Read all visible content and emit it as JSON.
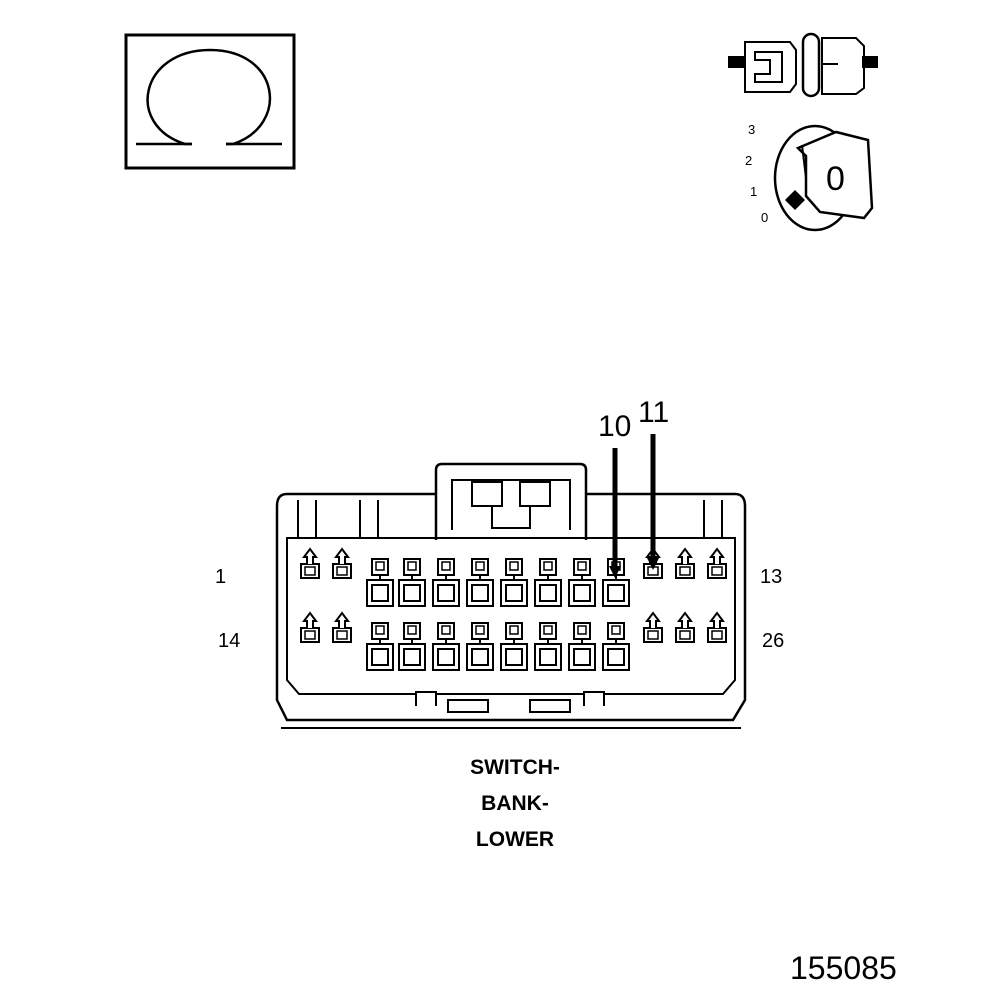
{
  "figure_number": "155085",
  "meter_symbol": {
    "icon": "ohm-icon",
    "glyph": "Ω"
  },
  "connector_symbol": {
    "icon": "disconnected-connector-icon"
  },
  "ignition": {
    "icon": "ignition-key-icon",
    "key_position": "0",
    "positions": [
      "0",
      "1",
      "2",
      "3"
    ]
  },
  "connector": {
    "name_lines": [
      "SWITCH-",
      "BANK-",
      "LOWER"
    ],
    "pin_labels": {
      "row1_start": "1",
      "row1_end": "13",
      "row2_start": "14",
      "row2_end": "26"
    },
    "probe_pins": [
      "10",
      "11"
    ]
  }
}
